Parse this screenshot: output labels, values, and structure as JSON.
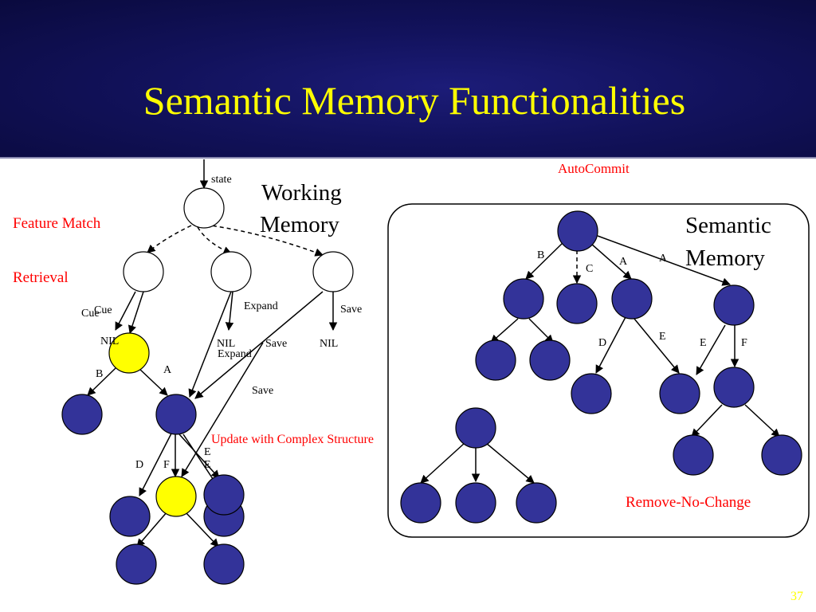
{
  "slide": {
    "title": "Semantic Memory Functionalities",
    "page_number": "37"
  },
  "labels": {
    "working_memory_line1": "Working",
    "working_memory_line2": "Memory",
    "semantic_memory_line1": "Semantic",
    "semantic_memory_line2": "Memory",
    "feature_match": "Feature Match",
    "retrieval": "Retrieval",
    "autocommit": "AutoCommit",
    "update_complex": "Update with Complex Structure",
    "remove_no_change": "Remove-No-Change"
  },
  "edge_labels": {
    "state": "state",
    "cue_1": "Cue",
    "cue_2": "Cue",
    "nil_1": "NIL",
    "nil_2": "NIL",
    "nil_3": "NIL",
    "expand_1": "Expand",
    "expand_2": "Expand",
    "save_1": "Save",
    "save_2": "Save",
    "save_3": "Save",
    "wm_b": "B",
    "wm_a": "A",
    "wm_d": "D",
    "wm_f": "F",
    "wm_e1": "E",
    "wm_e2": "E",
    "sm_b": "B",
    "sm_c": "C",
    "sm_a1": "A",
    "sm_a2": "A",
    "sm_d": "D",
    "sm_e1": "E",
    "sm_e2": "E",
    "sm_f": "F"
  },
  "colors": {
    "title": "#ffff00",
    "node_fill": "#333399",
    "highlight_fill": "#ffff00",
    "annotation": "#ff0000"
  }
}
